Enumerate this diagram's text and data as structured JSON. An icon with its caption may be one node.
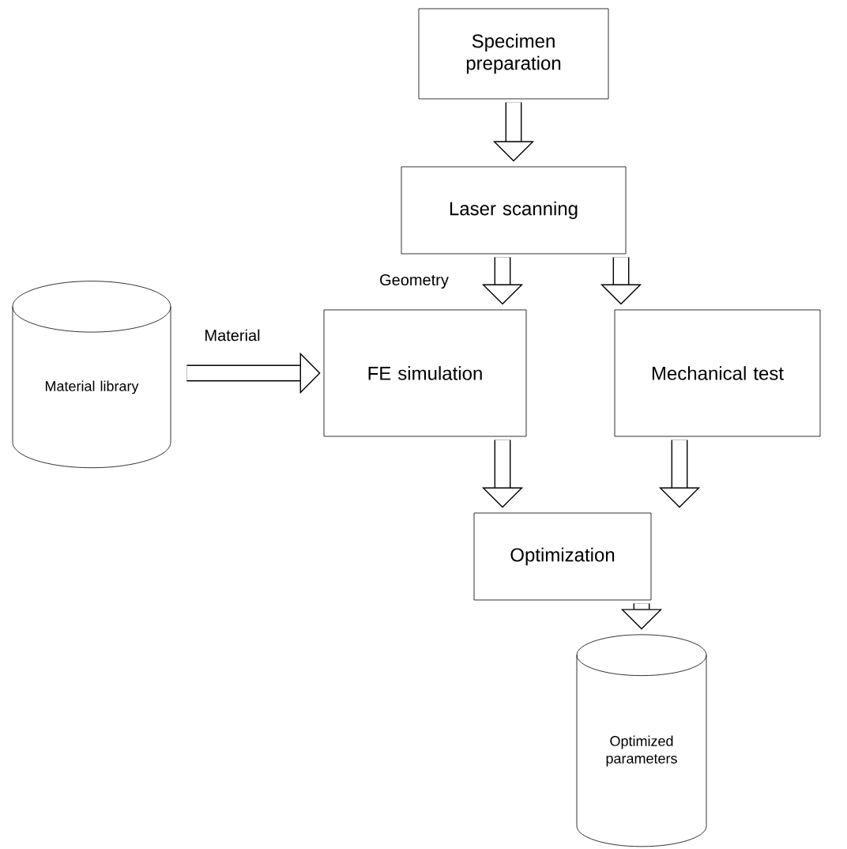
{
  "diagram": {
    "nodes": [
      {
        "text": [
          "Specimen preparation"
        ]
      },
      {
        "text": [
          "Laser scanning"
        ]
      },
      {
        "text": [
          "Material library"
        ]
      },
      {
        "text": [
          "FE simulation"
        ]
      },
      {
        "text": [
          "Mechanical test"
        ]
      },
      {
        "text": [
          "Optimization"
        ]
      },
      {
        "text": [
          "Optimized parameters"
        ]
      }
    ],
    "edges": [
      {
        "from": 0,
        "to": 1,
        "arrow": "to"
      },
      {
        "from": 1,
        "to": 3,
        "arrow": "to",
        "label": "Geometry"
      },
      {
        "from": 1,
        "to": 4,
        "arrow": "to"
      },
      {
        "from": 2,
        "to": 3,
        "arrow": "to",
        "label": "Material"
      },
      {
        "from": 3,
        "to": 5,
        "arrow": "to"
      },
      {
        "from": 4,
        "to": 5,
        "arrow": "to"
      },
      {
        "from": 5,
        "to": 6,
        "arrow": "to"
      }
    ]
  }
}
